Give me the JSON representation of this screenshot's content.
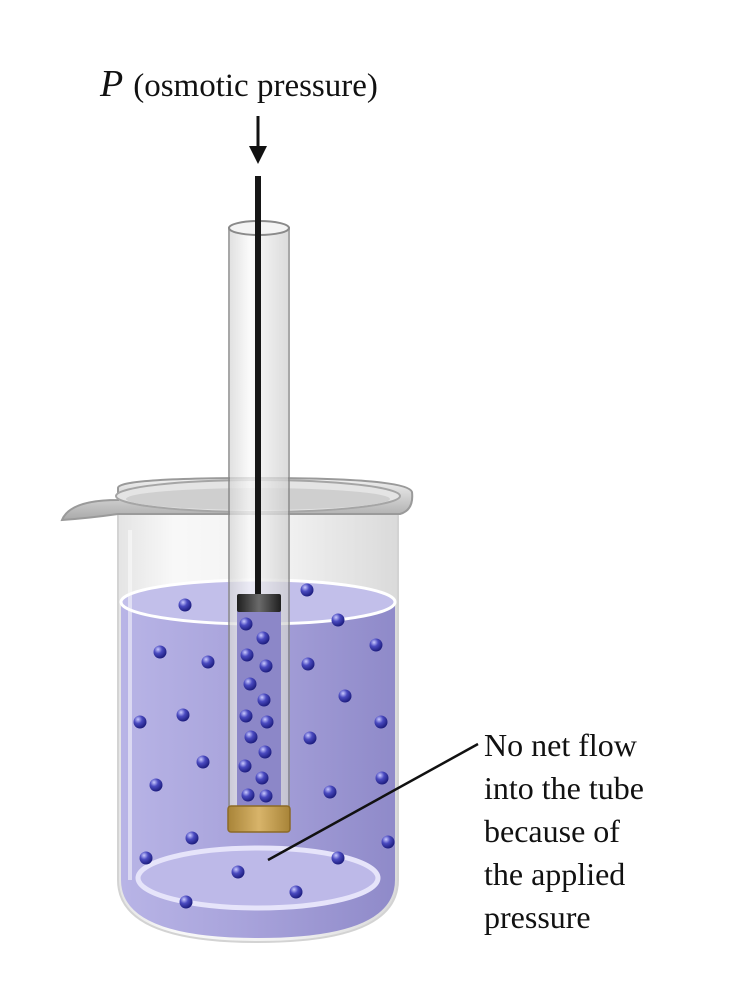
{
  "pressure_label": {
    "variable": "P",
    "description": "(osmotic pressure)"
  },
  "annotation": {
    "lines": [
      "No net flow",
      "into the tube",
      "because of",
      "the applied",
      "pressure"
    ]
  },
  "colors": {
    "solution": "#aaa6dc",
    "solution_dark": "#8c87c8",
    "particle": "#3a3aa8",
    "piston_cap": "#333333",
    "membrane": "#c8a050",
    "glass": "#e3e3e3"
  },
  "icons": {
    "pressure_arrow": "down-arrow-icon",
    "particle": "solute-particle-icon"
  }
}
